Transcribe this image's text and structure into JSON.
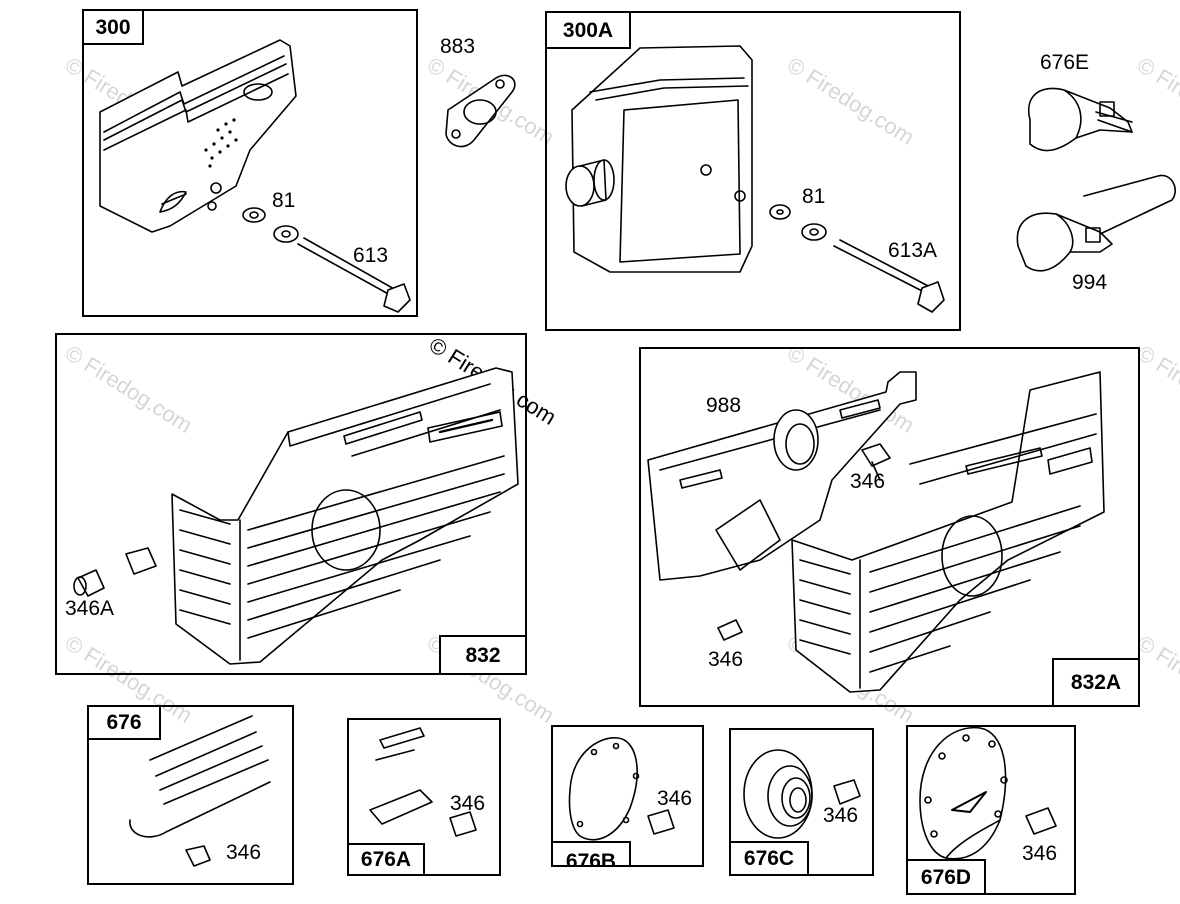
{
  "watermark": "© Firedog.com",
  "boxes": {
    "b300": "300",
    "b300A": "300A",
    "b832": "832",
    "b832A": "832A",
    "b676": "676",
    "b676A": "676A",
    "b676B": "676B",
    "b676C": "676C",
    "b676D": "676D"
  },
  "labels": {
    "l883": "883",
    "l81a": "81",
    "l613": "613",
    "l81b": "81",
    "l613A": "613A",
    "l676E": "676E",
    "l994": "994",
    "l988": "988",
    "l346a": "346",
    "l346A": "346A",
    "l346b": "346",
    "l346c": "346",
    "l346d": "346",
    "l346e": "346",
    "l346f": "346",
    "l346g": "346"
  }
}
